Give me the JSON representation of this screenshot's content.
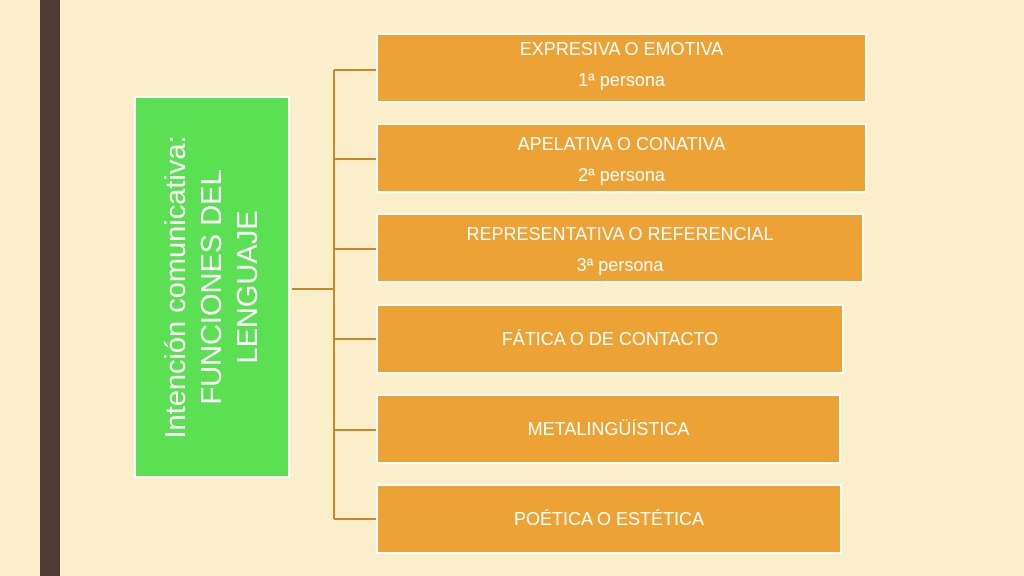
{
  "diagram": {
    "root": {
      "line1": "Intención comunicativa:",
      "line2": "FUNCIONES DEL",
      "line3": "LENGUAJE"
    },
    "branches": [
      {
        "title": "EXPRESIVA O EMOTIVA",
        "subtitle": "1ª persona"
      },
      {
        "title": "APELATIVA O CONATIVA",
        "subtitle": "2ª persona"
      },
      {
        "title": "REPRESENTATIVA O REFERENCIAL",
        "subtitle": "3ª persona"
      },
      {
        "title": "FÁTICA O DE CONTACTO"
      },
      {
        "title": "METALINGÜÍSTICA"
      },
      {
        "title": "POÉTICA O ESTÉTICA"
      }
    ]
  },
  "colors": {
    "background": "#fbeecb",
    "accent_bar": "#4d3a30",
    "root_fill": "#5bdf53",
    "branch_fill": "#eca234",
    "connector": "#c8882a",
    "text": "#ffffff"
  }
}
